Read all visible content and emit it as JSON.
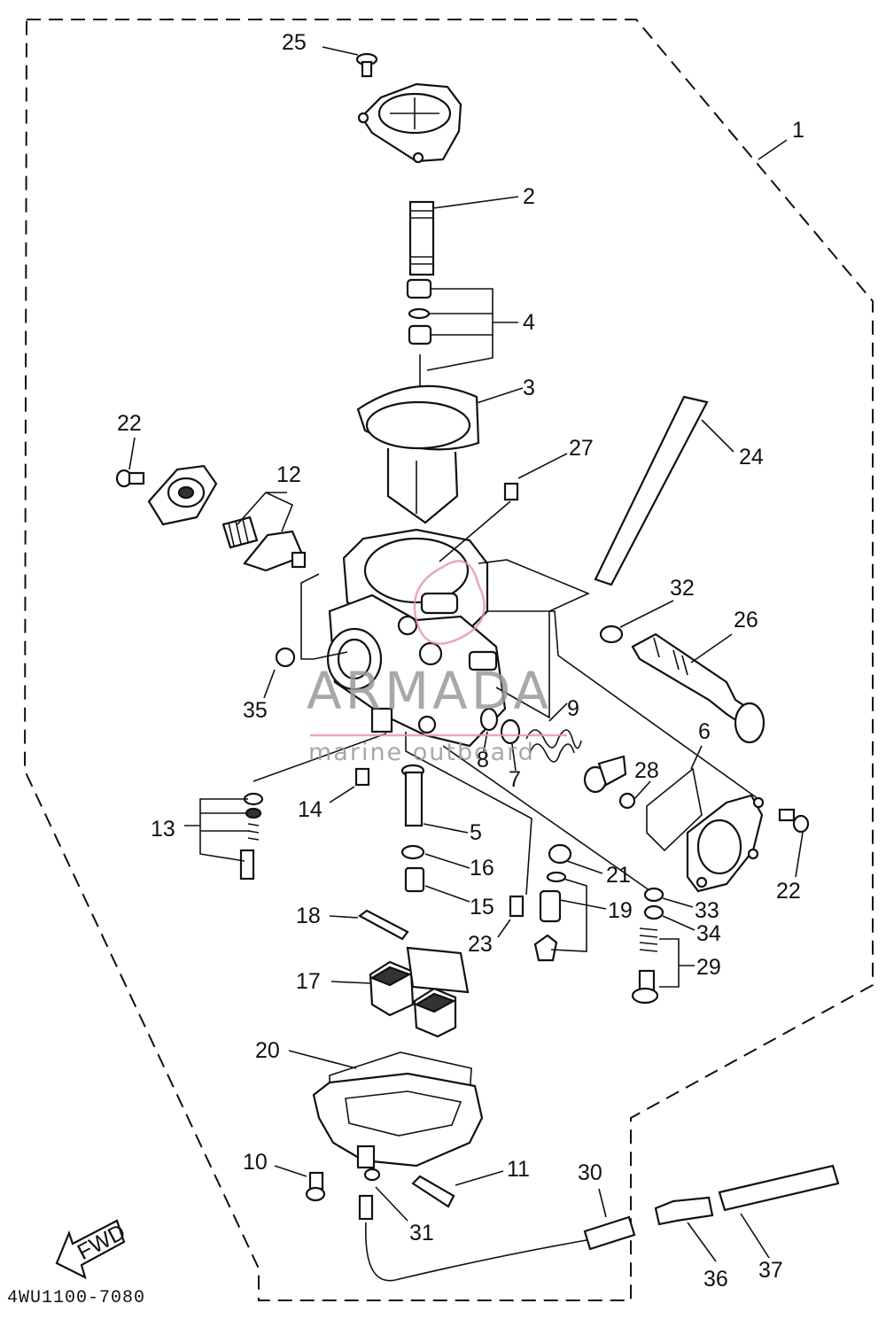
{
  "diagram": {
    "part_code": "4WU1100-7080",
    "fwd_label": "FWD",
    "watermark": {
      "brand": "ARMADA",
      "tagline": "marine outboard"
    },
    "labels": [
      {
        "id": "l25",
        "text": "25"
      },
      {
        "id": "l1",
        "text": "1"
      },
      {
        "id": "l2",
        "text": "2"
      },
      {
        "id": "l4",
        "text": "4"
      },
      {
        "id": "l3",
        "text": "3"
      },
      {
        "id": "l22a",
        "text": "22"
      },
      {
        "id": "l12",
        "text": "12"
      },
      {
        "id": "l27",
        "text": "27"
      },
      {
        "id": "l24",
        "text": "24"
      },
      {
        "id": "l32",
        "text": "32"
      },
      {
        "id": "l26",
        "text": "26"
      },
      {
        "id": "l35",
        "text": "35"
      },
      {
        "id": "l9",
        "text": "9"
      },
      {
        "id": "l6",
        "text": "6"
      },
      {
        "id": "l8",
        "text": "8"
      },
      {
        "id": "l7",
        "text": "7"
      },
      {
        "id": "l28",
        "text": "28"
      },
      {
        "id": "l14",
        "text": "14"
      },
      {
        "id": "l13",
        "text": "13"
      },
      {
        "id": "l5",
        "text": "5"
      },
      {
        "id": "l22b",
        "text": "22"
      },
      {
        "id": "l16",
        "text": "16"
      },
      {
        "id": "l21",
        "text": "21"
      },
      {
        "id": "l15",
        "text": "15"
      },
      {
        "id": "l33",
        "text": "33"
      },
      {
        "id": "l19",
        "text": "19"
      },
      {
        "id": "l34",
        "text": "34"
      },
      {
        "id": "l18",
        "text": "18"
      },
      {
        "id": "l23",
        "text": "23"
      },
      {
        "id": "l29",
        "text": "29"
      },
      {
        "id": "l17",
        "text": "17"
      },
      {
        "id": "l20",
        "text": "20"
      },
      {
        "id": "l10",
        "text": "10"
      },
      {
        "id": "l11",
        "text": "11"
      },
      {
        "id": "l30",
        "text": "30"
      },
      {
        "id": "l31",
        "text": "31"
      },
      {
        "id": "l36",
        "text": "36"
      },
      {
        "id": "l37",
        "text": "37"
      }
    ]
  }
}
